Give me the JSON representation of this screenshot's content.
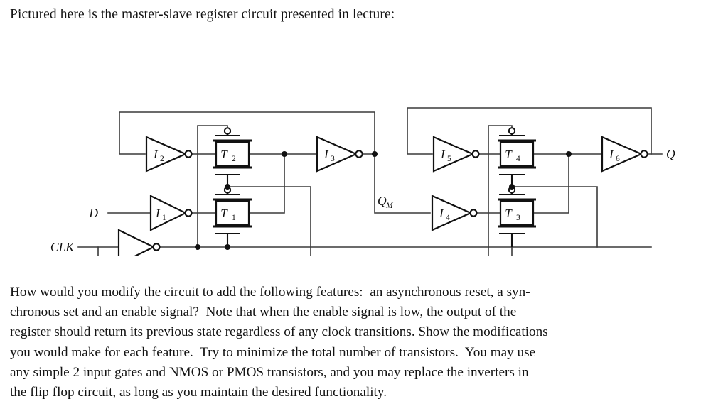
{
  "document": {
    "intro": "Pictured here is the master-slave register circuit presented in lecture:",
    "question_lines": [
      "How would you modify the circuit to add the following features:  an asynchronous reset, a syn-",
      "chronous set and an enable signal?  Note that when the enable signal is low, the output of the",
      "register should return its previous state regardless of any clock transitions. Show the modifications",
      "you would make for each feature.  Try to minimize the total number of transistors.  You may use",
      "any simple 2 input gates and NMOS or PMOS transistors, and you may replace the inverters in",
      "the flip flop circuit, as long as you maintain the desired functionality."
    ]
  },
  "figure": {
    "title": "master-slave-register-circuit",
    "colors": {
      "wire": "#3a3a3a",
      "device": "#111111",
      "fill": "#ffffff",
      "text": "#111111"
    },
    "ports": {
      "data_in": "D",
      "clock_in": "CLK",
      "master_out": "Q",
      "master_out_sub": "M",
      "output": "Q"
    },
    "inverters": [
      {
        "id": "I1",
        "name": "I",
        "sub": "1",
        "role": "data-input-inverter"
      },
      {
        "id": "I2",
        "name": "I",
        "sub": "2",
        "role": "master-feedback-inverter"
      },
      {
        "id": "I3",
        "name": "I",
        "sub": "3",
        "role": "master-output-inverter"
      },
      {
        "id": "I4",
        "name": "I",
        "sub": "4",
        "role": "slave-input-inverter"
      },
      {
        "id": "I5",
        "name": "I",
        "sub": "5",
        "role": "slave-feedback-inverter"
      },
      {
        "id": "I6",
        "name": "I",
        "sub": "6",
        "role": "slave-output-inverter"
      },
      {
        "id": "ICLK",
        "name": "",
        "sub": "",
        "role": "clock-inverter"
      }
    ],
    "transmission_gates": [
      {
        "id": "T1",
        "name": "T",
        "sub": "1",
        "role": "master-input-gate"
      },
      {
        "id": "T2",
        "name": "T",
        "sub": "2",
        "role": "master-feedback-gate"
      },
      {
        "id": "T3",
        "name": "T",
        "sub": "3",
        "role": "slave-input-gate"
      },
      {
        "id": "T4",
        "name": "T",
        "sub": "4",
        "role": "slave-feedback-gate"
      }
    ]
  }
}
